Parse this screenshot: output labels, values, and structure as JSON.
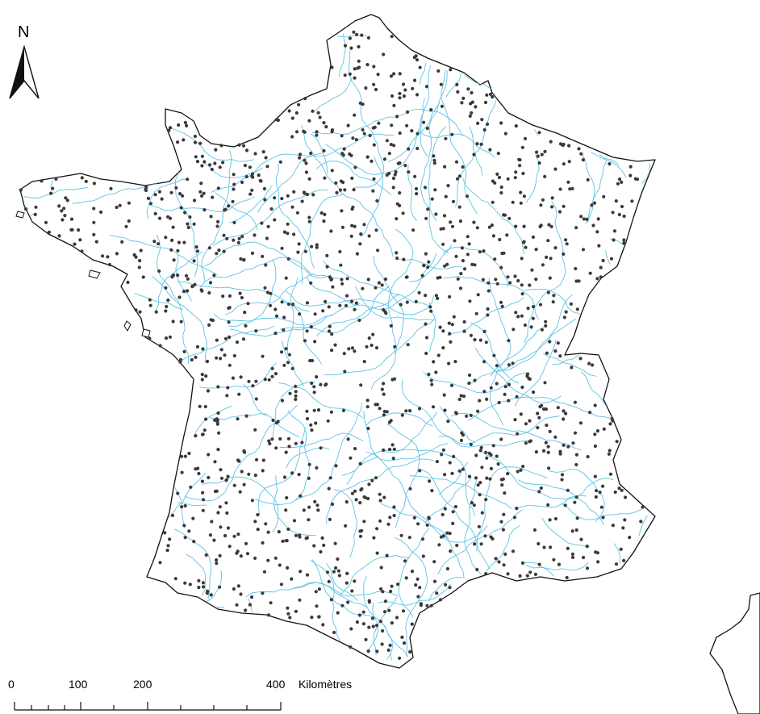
{
  "map": {
    "north_label": "N",
    "scale_bar": {
      "ticks": [
        "0",
        "100",
        "200",
        "400"
      ],
      "unit": "Kilomètres"
    },
    "colors": {
      "river": "#5ec3e6",
      "station": "#3a3a3a",
      "border": "#111111",
      "background": "#ffffff"
    },
    "icons": [
      "north-arrow-icon"
    ]
  }
}
